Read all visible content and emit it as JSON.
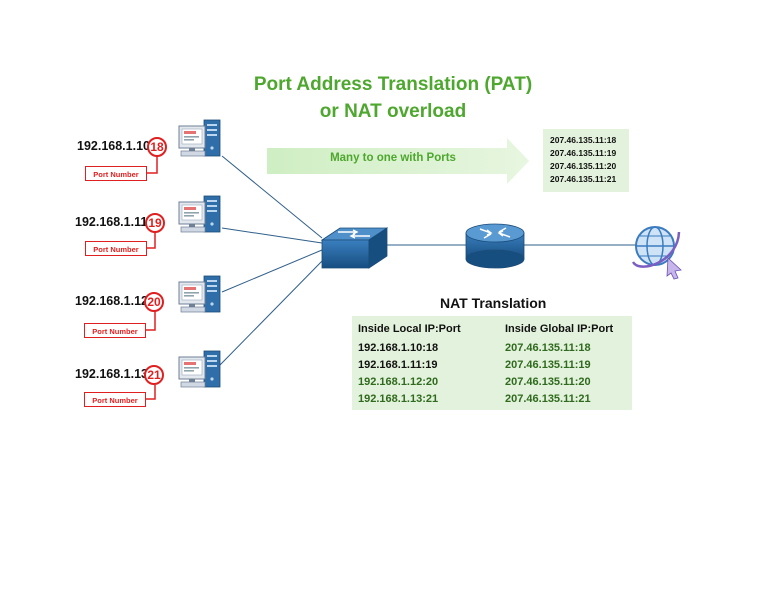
{
  "title": {
    "line1": "Port Address Translation (PAT)",
    "line2": "or  NAT overload"
  },
  "arrow": {
    "label": "Many to one with Ports"
  },
  "hosts": [
    {
      "ip": "192.168.1.10",
      "port": "18",
      "port_label": "Port Number"
    },
    {
      "ip": "192.168.1.11",
      "port": "19",
      "port_label": "Port Number"
    },
    {
      "ip": "192.168.1.12",
      "port": "20",
      "port_label": "Port Number"
    },
    {
      "ip": "192.168.1.13",
      "port": "21",
      "port_label": "Port Number"
    }
  ],
  "global_addresses": [
    "207.46.135.11:18",
    "207.46.135.11:19",
    "207.46.135.11:20",
    "207.46.135.11:21"
  ],
  "nat_table": {
    "title": "NAT Translation",
    "headers": [
      "Inside Local IP:Port",
      "Inside Global IP:Port"
    ],
    "rows": [
      [
        "192.168.1.10:18",
        "207.46.135.11:18"
      ],
      [
        "192.168.1.11:19",
        "207.46.135.11:19"
      ],
      [
        "192.168.1.12:20",
        "207.46.135.11:20"
      ],
      [
        "192.168.1.13:21",
        "207.46.135.11:21"
      ]
    ]
  },
  "colors": {
    "title_green": "#4ea72e",
    "highlight_red": "#e02020",
    "pale_green": "#e3f2dc",
    "link_blue": "#2f5f8a",
    "device_blue": "#1f5f96"
  },
  "icons": [
    "desktop-computer-icon",
    "switch-icon",
    "router-icon",
    "internet-globe-icon"
  ]
}
